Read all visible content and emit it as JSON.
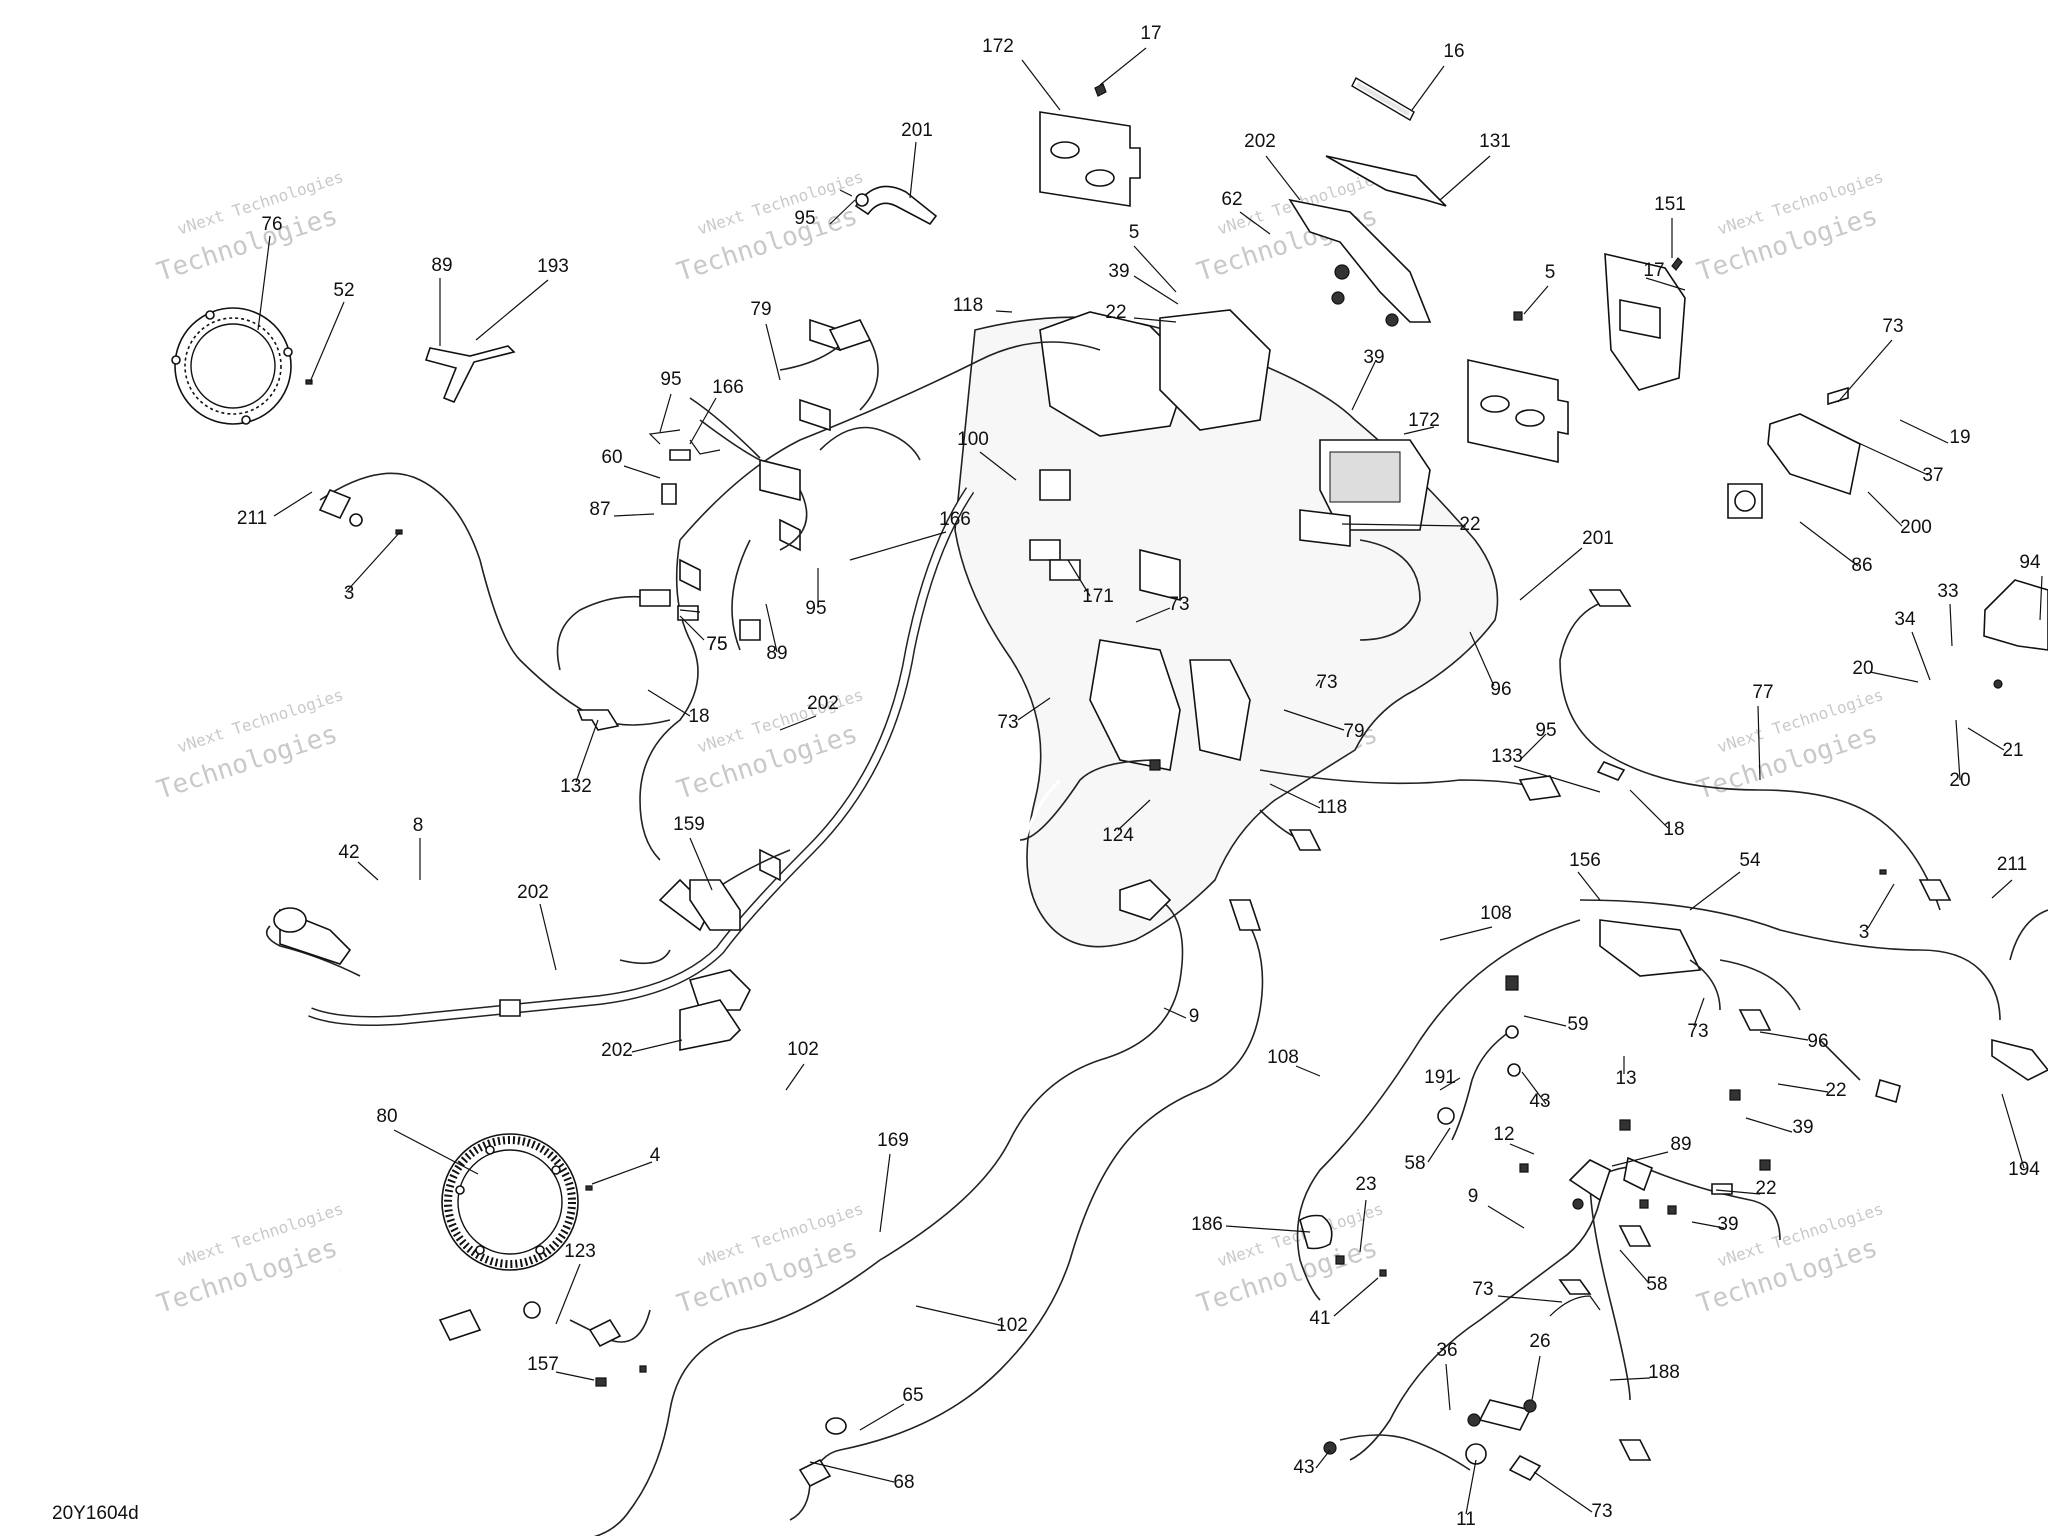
{
  "watermark": [
    "vNext Technologies",
    "Technologies"
  ],
  "reference_code": "20Y1604d",
  "labels": [
    "76",
    "52",
    "89",
    "193",
    "201",
    "95",
    "172",
    "17",
    "5",
    "39",
    "22",
    "118",
    "202",
    "62",
    "131",
    "16",
    "151",
    "17",
    "5",
    "39",
    "172",
    "22",
    "73",
    "19",
    "37",
    "200",
    "86",
    "94",
    "33",
    "34",
    "20",
    "21",
    "20",
    "79",
    "95",
    "166",
    "60",
    "87",
    "166",
    "95",
    "89",
    "100",
    "171",
    "73",
    "96",
    "73",
    "79",
    "75",
    "3",
    "211",
    "75",
    "18",
    "132",
    "202",
    "73",
    "124",
    "118",
    "133",
    "18",
    "77",
    "201",
    "95",
    "3",
    "211",
    "42",
    "8",
    "202",
    "159",
    "202",
    "102",
    "80",
    "4",
    "123",
    "157",
    "169",
    "102",
    "65",
    "68",
    "108",
    "156",
    "54",
    "9",
    "59",
    "13",
    "73",
    "96",
    "22",
    "39",
    "194",
    "43",
    "191",
    "58",
    "108",
    "12",
    "89",
    "9",
    "22",
    "39",
    "23",
    "186",
    "58",
    "41",
    "73",
    "36",
    "26",
    "188",
    "43",
    "11",
    "73"
  ]
}
